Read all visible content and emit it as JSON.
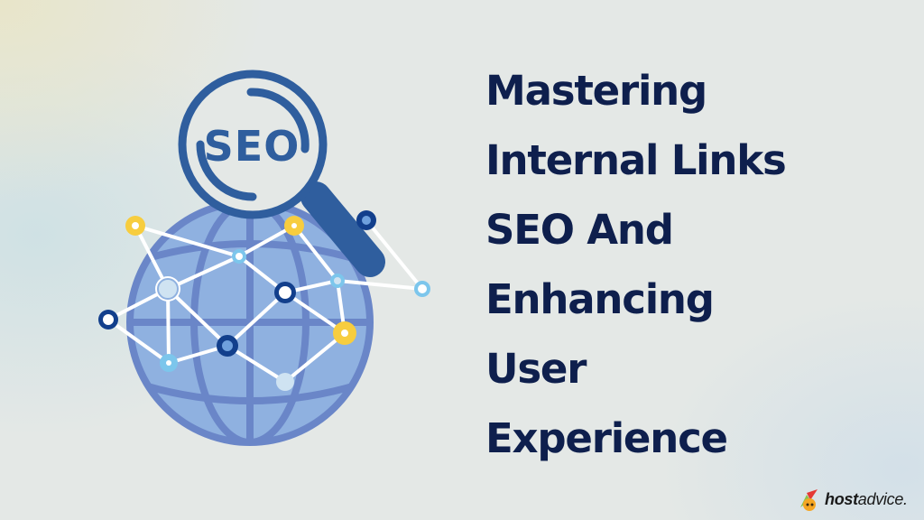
{
  "headline": {
    "lines": [
      "Mastering",
      "Internal Links",
      "SEO And",
      "Enhancing",
      "User",
      "Experience"
    ]
  },
  "illustration": {
    "magnifier_label": "SEO",
    "icons": [
      "globe-icon",
      "magnifying-glass-icon",
      "network-nodes-icon"
    ]
  },
  "brand": {
    "bold": "host",
    "regular": "advice.",
    "icon": "fox-logo-icon"
  },
  "colors": {
    "headline": "#0e1f4d",
    "globe_fill": "#8fb1e0",
    "globe_lines": "#6a86c8",
    "magnifier": "#2f5e9e",
    "node_yellow": "#f7cd3f",
    "node_dark": "#123f8c",
    "node_light": "#7cc6ec",
    "node_pale": "#cfe3f2"
  }
}
